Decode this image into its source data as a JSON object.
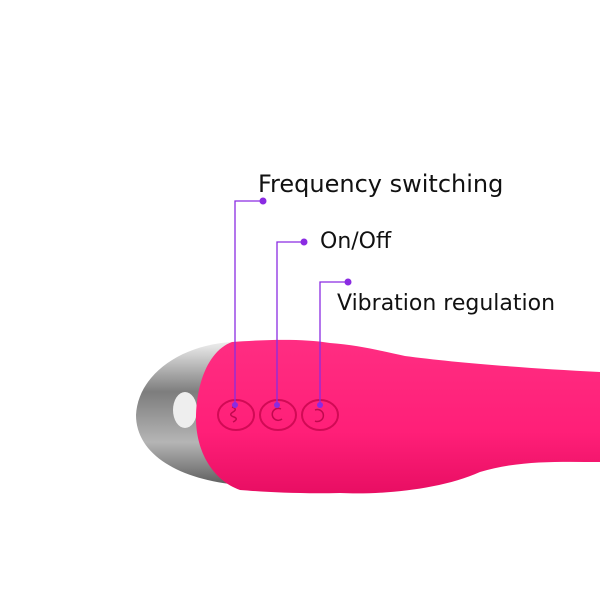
{
  "callouts": [
    {
      "label": "Frequency switching",
      "button_icon": "wave-icon"
    },
    {
      "label": "On/Off",
      "button_icon": "power-icon"
    },
    {
      "label": "Vibration regulation",
      "button_icon": "cycle-icon"
    }
  ],
  "colors": {
    "body": "#ff1f78",
    "callout_line": "#8a2be2",
    "cap": "#9a9a9a"
  }
}
